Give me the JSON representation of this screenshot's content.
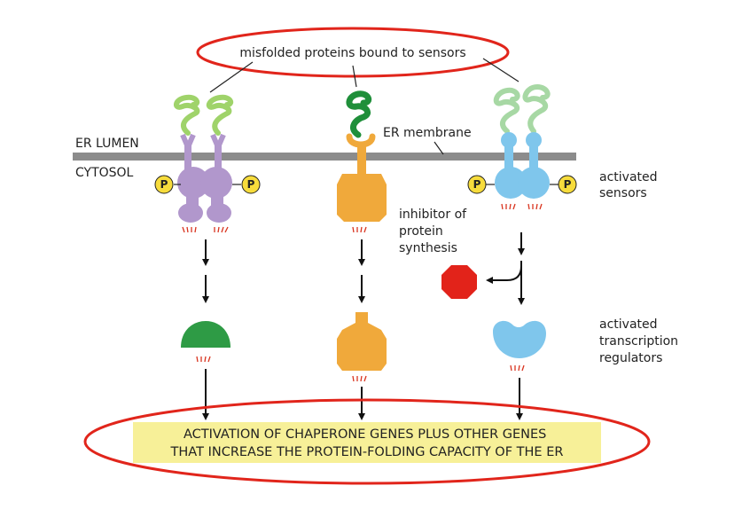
{
  "labels": {
    "top": "misfolded proteins bound to sensors",
    "er_lumen": "ER LUMEN",
    "cytosol": "CYTOSOL",
    "er_membrane": "ER membrane",
    "activated_sensors": [
      "activated",
      "sensors"
    ],
    "inhibitor": [
      "inhibitor of",
      "protein",
      "synthesis"
    ],
    "activated_regulators": [
      "activated",
      "transcription",
      "regulators"
    ],
    "bottom": [
      "ACTIVATION OF CHAPERONE GENES PLUS OTHER GENES",
      "THAT INCREASE THE PROTEIN-FOLDING CAPACITY OF THE ER"
    ],
    "phosphate": "P"
  },
  "colors": {
    "membrane": "#8c8c8c",
    "purple_sensor": "#b197cc",
    "orange_sensor": "#f0a93b",
    "blue_sensor": "#7fc6ec",
    "green_regulator": "#2e9b45",
    "red_inhibitor": "#e2231a",
    "light_green_protein": "#9fd36a",
    "dark_green_protein": "#1f8f3a",
    "pale_green_protein": "#a7d8a4",
    "phosphate_fill": "#f7dc3c",
    "highlight": "#f7f098",
    "ellipse": "#e1251b",
    "signal_ticks": "#d9341f"
  }
}
